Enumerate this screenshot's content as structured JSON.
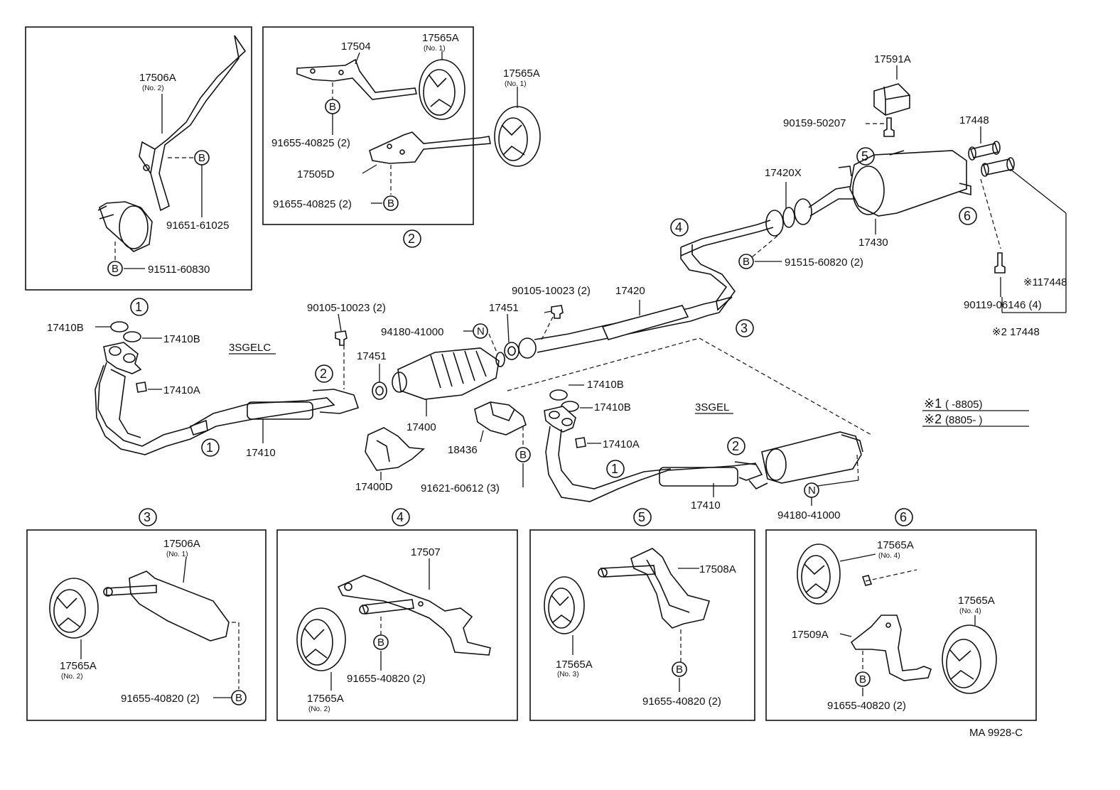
{
  "diagram": {
    "panel_3sgelc_label": "3SGELC",
    "panel_3sgel_label": "3SGEL",
    "footer_code": "MA 9928-C",
    "legend": {
      "note1_mark": "※1",
      "note1_text": "( -8805)",
      "note2_mark": "※2",
      "note2_text": "(8805- )"
    },
    "callout_symbols": {
      "b": "B",
      "n": "N"
    },
    "callout_numbers": [
      "1",
      "2",
      "3",
      "4",
      "5",
      "6"
    ],
    "inset1": {
      "hanger": "17506A",
      "hanger_sub": "(No. 2)",
      "bolt": "91651-61025",
      "nut": "91511-60830"
    },
    "inset2": {
      "bracket_a": "17504",
      "cushion_top": "17565A",
      "cushion_top_sub": "(No. 1)",
      "cushion_right": "17565A",
      "cushion_right_sub": "(No. 1)",
      "bolt_a": "91655-40825 (2)",
      "bracket_b": "17505D",
      "bolt_b": "91655-40825 (2)"
    },
    "upper_right": {
      "part_17591a": "17591A",
      "bolt_90159": "90159-50207",
      "tail_tip": "17448",
      "gasket": "17420X",
      "muffler": "17430",
      "bolt_91515": "91515-60820 (2)",
      "screw_90119": "90119-06146 (4)",
      "tip_note1": "※117448",
      "tip_note2": "※2 17448"
    },
    "main": {
      "gasket_b1": "17410B",
      "gasket_b2": "17410B",
      "gasket_a": "17410A",
      "front_pipe": "17410",
      "bolt_left": "90105-10023 (2)",
      "gasket_17451_left": "17451",
      "converter": "17400",
      "protector": "17400D",
      "nut_n": "94180-41000",
      "gasket_17451_right": "17451",
      "bolt_center": "90105-10023 (2)",
      "center_pipe": "17420",
      "insulator": "18436",
      "bolt_91621": "91621-60612 (3)"
    },
    "sgel": {
      "gasket_b1": "17410B",
      "gasket_b2": "17410B",
      "gasket_a": "17410A",
      "front_pipe": "17410",
      "nut_n": "94180-41000"
    },
    "detail3": {
      "hanger": "17506A",
      "hanger_sub": "(No. 1)",
      "cushion": "17565A",
      "cushion_sub": "(No. 2)",
      "bolt": "91655-40820 (2)"
    },
    "detail4": {
      "hanger": "17507",
      "bolt": "91655-40820 (2)",
      "cushion": "17565A",
      "cushion_sub": "(No. 2)"
    },
    "detail5": {
      "hanger": "17508A",
      "cushion": "17565A",
      "cushion_sub": "(No. 3)",
      "bolt": "91655-40820 (2)"
    },
    "detail6": {
      "cushion_top": "17565A",
      "cushion_top_sub": "(No. 4)",
      "cushion_right": "17565A",
      "cushion_right_sub": "(No. 4)",
      "hanger": "17509A",
      "bolt": "91655-40820 (2)"
    }
  }
}
